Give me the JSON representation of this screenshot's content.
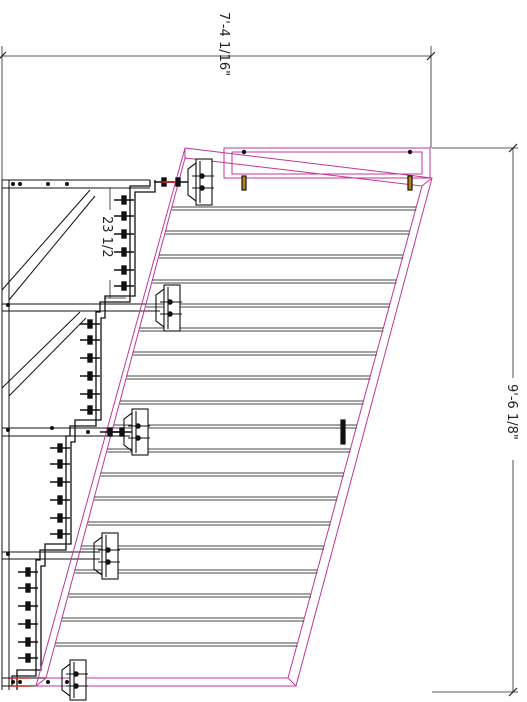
{
  "dimensions": {
    "top_width": "7'-4 1/16\"",
    "right_height": "9'-6 1/8\"",
    "step_spacing": "23 1/2"
  },
  "colors": {
    "line": "#111111",
    "grid": "#444444",
    "panel": "#c0369a",
    "accent_red": "#d42020",
    "bolt_fill": "#b8860b"
  }
}
